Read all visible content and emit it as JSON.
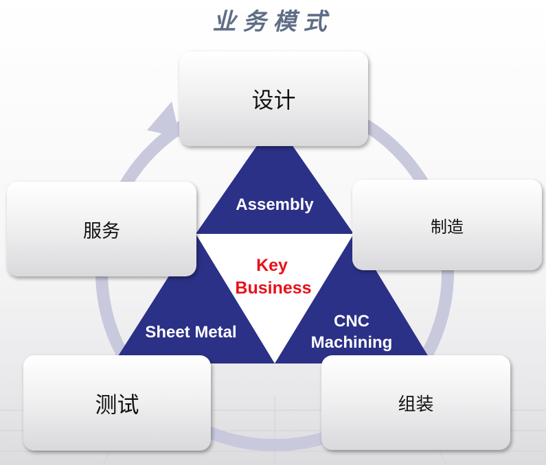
{
  "title": "业务模式",
  "center": {
    "top": "Assembly",
    "middle_line1": "Key",
    "middle_line2": "Business",
    "left": "Sheet Metal",
    "right_line1": "CNC",
    "right_line2": "Machining"
  },
  "steps": {
    "design": "设计",
    "manufacture": "制造",
    "assembly": "组装",
    "test": "测试",
    "service": "服务"
  },
  "colors": {
    "triangle": "#2b3187",
    "key_text": "#e8101a",
    "ring": "#c8c9dd",
    "title": "#5f6d86"
  }
}
